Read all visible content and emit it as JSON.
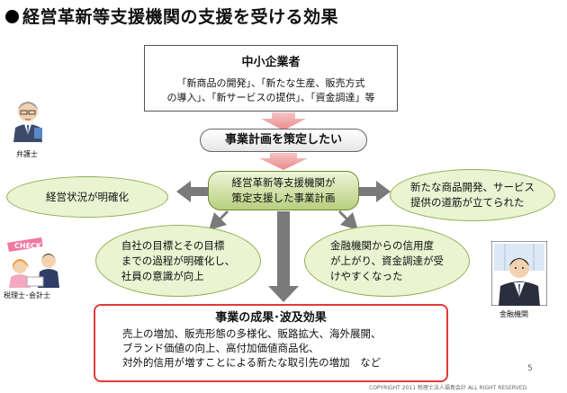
{
  "title": "経営革新等支援機関の支援を受ける効果",
  "sme_box": {
    "heading": "中小企業者",
    "line1": "「新商品の開発」、「新たな生産、販売方式",
    "line2": "の導入」、「新サービスの提供」、「資金調達」等"
  },
  "plan_pill": "事業計画を策定したい",
  "center": {
    "line1": "経営革新等支援機関が",
    "line2": "策定支援した事業計画"
  },
  "ovals": {
    "management": "経営状況が明確化",
    "new_product": {
      "line1": "新たな商品開発、サービス",
      "line2": "提供の道筋が立てられた"
    },
    "employees": {
      "line1": "自社の目標とその目標",
      "line2": "までの過程が明確化し、",
      "line3": "社員の意識が向上"
    },
    "finance": {
      "line1": "金融機関からの信用度",
      "line2": "が上がり、資金調達が受",
      "line3": "けやすくなった"
    }
  },
  "result_box": {
    "heading": "事業の成果･波及効果",
    "line1": "売上の増加、販売形態の多様化、販路拡大、海外展開、",
    "line2": "ブランド価値の向上、高付加価値商品化、",
    "line3": "対外的信用が増すことによる新たな取引先の増加　など"
  },
  "figures": {
    "lawyer": "弁護士",
    "accountant": "税理士･会計士",
    "check_sign": "CHECK!",
    "banker": "金融機関"
  },
  "page_number": "5",
  "footer": "COPYRIGHT 2011 税理士法人福島会計 ALL RIGHT RESERVED."
}
